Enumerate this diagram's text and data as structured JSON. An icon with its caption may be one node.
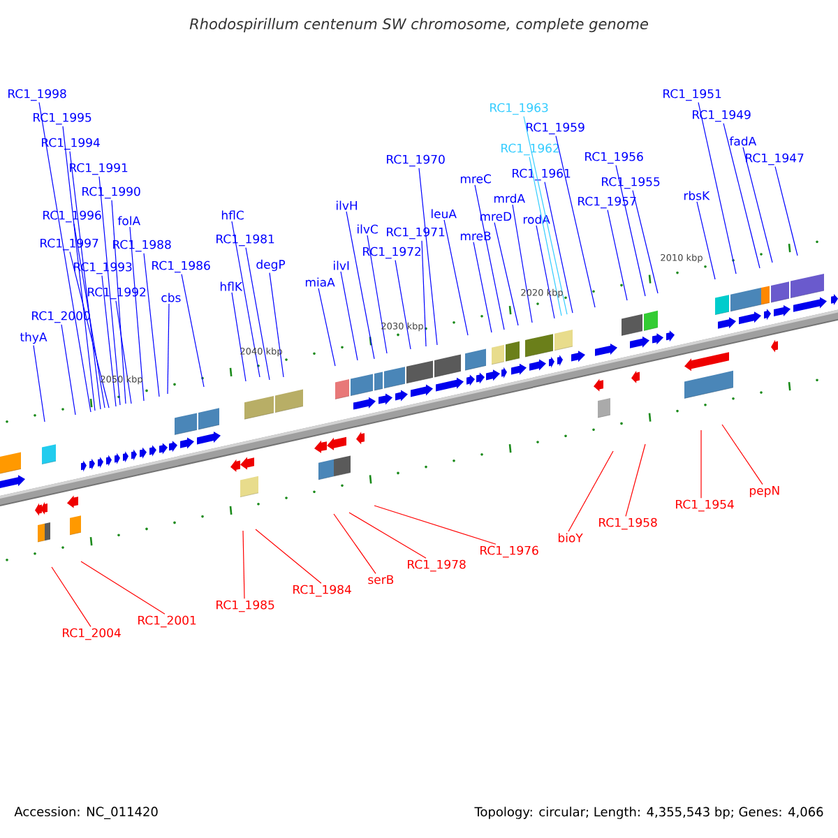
{
  "diagram": {
    "title": "Rhodospirillum centenum SW chromosome, complete genome",
    "nodes": [
      {
        "text": [
          "RC1_1998"
        ]
      },
      {
        "text": [
          "RC1_1995"
        ]
      },
      {
        "text": [
          "RC1_1994"
        ]
      },
      {
        "text": [
          "RC1_1991"
        ]
      },
      {
        "text": [
          "RC1_1990"
        ]
      },
      {
        "text": [
          "RC1_1996"
        ]
      },
      {
        "text": [
          "folA"
        ]
      },
      {
        "text": [
          "RC1_1997"
        ]
      },
      {
        "text": [
          "RC1_1988"
        ]
      },
      {
        "text": [
          "RC1_1993"
        ]
      },
      {
        "text": [
          "RC1_1986"
        ]
      },
      {
        "text": [
          "RC1_1992"
        ]
      },
      {
        "text": [
          "cbs"
        ]
      },
      {
        "text": [
          "RC1_2000"
        ]
      },
      {
        "text": [
          "thyA"
        ]
      },
      {
        "text": [
          "hflC"
        ]
      },
      {
        "text": [
          "RC1_1981"
        ]
      },
      {
        "text": [
          "hflK"
        ]
      },
      {
        "text": [
          "degP"
        ]
      },
      {
        "text": [
          "miaA"
        ]
      },
      {
        "text": [
          "ilvI"
        ]
      },
      {
        "text": [
          "ilvH"
        ]
      },
      {
        "text": [
          "ilvC"
        ]
      },
      {
        "text": [
          "RC1_1972"
        ]
      },
      {
        "text": [
          "RC1_1971"
        ]
      },
      {
        "text": [
          "leuA"
        ]
      },
      {
        "text": [
          "RC1_1970"
        ]
      },
      {
        "text": [
          "mreC"
        ]
      },
      {
        "text": [
          "mreB"
        ]
      },
      {
        "text": [
          "mreD"
        ]
      },
      {
        "text": [
          "mrdA"
        ]
      },
      {
        "text": [
          "rodA"
        ]
      },
      {
        "text": [
          "RC1_1963"
        ]
      },
      {
        "text": [
          "RC1_1962"
        ]
      },
      {
        "text": [
          "RC1_1961"
        ]
      },
      {
        "text": [
          "RC1_1959"
        ]
      },
      {
        "text": [
          "RC1_1957"
        ]
      },
      {
        "text": [
          "RC1_1956"
        ]
      },
      {
        "text": [
          "RC1_1955"
        ]
      },
      {
        "text": [
          "rbsK"
        ]
      },
      {
        "text": [
          "RC1_1951"
        ]
      },
      {
        "text": [
          "RC1_1949"
        ]
      },
      {
        "text": [
          "fadA"
        ]
      },
      {
        "text": [
          "RC1_1947"
        ]
      },
      {
        "text": [
          "RC1_2004"
        ]
      },
      {
        "text": [
          "RC1_2001"
        ]
      },
      {
        "text": [
          "RC1_1985"
        ]
      },
      {
        "text": [
          "RC1_1984"
        ]
      },
      {
        "text": [
          "serB"
        ]
      },
      {
        "text": [
          "RC1_1978"
        ]
      },
      {
        "text": [
          "RC1_1976"
        ]
      },
      {
        "text": [
          "bioY"
        ]
      },
      {
        "text": [
          "RC1_1958"
        ]
      },
      {
        "text": [
          "RC1_1954"
        ]
      },
      {
        "text": [
          "pepN"
        ]
      }
    ],
    "edges": [
      {
        "from": 0,
        "to": null,
        "arrow": "none"
      },
      {
        "from": 1,
        "to": null,
        "arrow": "none"
      },
      {
        "from": 2,
        "to": null,
        "arrow": "none"
      },
      {
        "from": 3,
        "to": null,
        "arrow": "none"
      },
      {
        "from": 4,
        "to": null,
        "arrow": "none"
      },
      {
        "from": 5,
        "to": null,
        "arrow": "none"
      },
      {
        "from": 6,
        "to": null,
        "arrow": "none"
      },
      {
        "from": 7,
        "to": null,
        "arrow": "none"
      },
      {
        "from": 8,
        "to": null,
        "arrow": "none"
      },
      {
        "from": 9,
        "to": null,
        "arrow": "none"
      },
      {
        "from": 10,
        "to": null,
        "arrow": "none"
      },
      {
        "from": 11,
        "to": null,
        "arrow": "none"
      },
      {
        "from": 12,
        "to": null,
        "arrow": "none"
      },
      {
        "from": 13,
        "to": null,
        "arrow": "none"
      },
      {
        "from": 14,
        "to": null,
        "arrow": "none"
      },
      {
        "from": 15,
        "to": null,
        "arrow": "none"
      },
      {
        "from": 16,
        "to": null,
        "arrow": "none"
      },
      {
        "from": 17,
        "to": null,
        "arrow": "none"
      },
      {
        "from": 18,
        "to": null,
        "arrow": "none"
      },
      {
        "from": 19,
        "to": null,
        "arrow": "none"
      },
      {
        "from": 20,
        "to": null,
        "arrow": "none"
      },
      {
        "from": 21,
        "to": null,
        "arrow": "none"
      },
      {
        "from": 22,
        "to": null,
        "arrow": "none"
      },
      {
        "from": 23,
        "to": null,
        "arrow": "none"
      },
      {
        "from": 24,
        "to": null,
        "arrow": "none"
      },
      {
        "from": 25,
        "to": null,
        "arrow": "none"
      },
      {
        "from": 26,
        "to": null,
        "arrow": "none"
      },
      {
        "from": 27,
        "to": null,
        "arrow": "none"
      },
      {
        "from": 28,
        "to": null,
        "arrow": "none"
      },
      {
        "from": 29,
        "to": null,
        "arrow": "none"
      },
      {
        "from": 30,
        "to": null,
        "arrow": "none"
      },
      {
        "from": 31,
        "to": null,
        "arrow": "none"
      },
      {
        "from": 32,
        "to": null,
        "arrow": "none",
        "color": "#33ccff"
      },
      {
        "from": 33,
        "to": null,
        "arrow": "none",
        "color": "#33ccff"
      },
      {
        "from": 34,
        "to": null,
        "arrow": "none"
      },
      {
        "from": 35,
        "to": null,
        "arrow": "none"
      },
      {
        "from": 36,
        "to": null,
        "arrow": "none"
      },
      {
        "from": 37,
        "to": null,
        "arrow": "none"
      },
      {
        "from": 38,
        "to": null,
        "arrow": "none"
      },
      {
        "from": 39,
        "to": null,
        "arrow": "none"
      },
      {
        "from": 40,
        "to": null,
        "arrow": "none"
      },
      {
        "from": 41,
        "to": null,
        "arrow": "none"
      },
      {
        "from": 42,
        "to": null,
        "arrow": "none"
      },
      {
        "from": 43,
        "to": null,
        "arrow": "none"
      },
      {
        "from": 44,
        "to": null,
        "arrow": "none",
        "color": "#ff0000"
      },
      {
        "from": 45,
        "to": null,
        "arrow": "none",
        "color": "#ff0000"
      },
      {
        "from": 46,
        "to": null,
        "arrow": "none",
        "color": "#ff0000"
      },
      {
        "from": 47,
        "to": null,
        "arrow": "none",
        "color": "#ff0000"
      },
      {
        "from": 48,
        "to": null,
        "arrow": "none",
        "color": "#ff0000"
      },
      {
        "from": 49,
        "to": null,
        "arrow": "none",
        "color": "#ff0000"
      },
      {
        "from": 50,
        "to": null,
        "arrow": "none",
        "color": "#ff0000"
      },
      {
        "from": 51,
        "to": null,
        "arrow": "none",
        "color": "#ff0000"
      },
      {
        "from": 52,
        "to": null,
        "arrow": "none",
        "color": "#ff0000"
      },
      {
        "from": 53,
        "to": null,
        "arrow": "none",
        "color": "#ff0000"
      },
      {
        "from": 54,
        "to": null,
        "arrow": "none",
        "color": "#ff0000"
      }
    ],
    "labels": [
      "2050 kbp",
      "2040 kbp",
      "2030 kbp",
      "2020 kbp",
      "2010 kbp",
      "Accession: NC_011420",
      "Topology: circular; Length: 4,355,543 bp; Genes: 4,066"
    ]
  }
}
